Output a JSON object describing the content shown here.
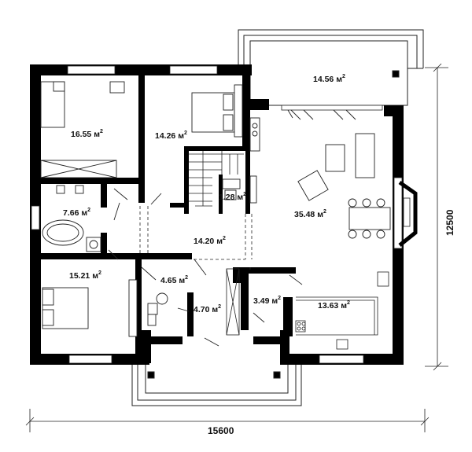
{
  "rooms": [
    {
      "id": "bedroom-nw",
      "area": "16.55",
      "unit": "м",
      "exp": "2"
    },
    {
      "id": "bedroom-n",
      "area": "14.26",
      "unit": "м",
      "exp": "2"
    },
    {
      "id": "terrace",
      "area": "14.56",
      "unit": "м",
      "exp": "2"
    },
    {
      "id": "bathroom",
      "area": "7.66",
      "unit": "м",
      "exp": "2"
    },
    {
      "id": "wc",
      "area": "1.28",
      "unit": "м",
      "exp": "2"
    },
    {
      "id": "living",
      "area": "35.48",
      "unit": "м",
      "exp": "2"
    },
    {
      "id": "hall",
      "area": "14.20",
      "unit": "м",
      "exp": "2"
    },
    {
      "id": "bedroom-sw",
      "area": "15.21",
      "unit": "м",
      "exp": "2"
    },
    {
      "id": "boiler",
      "area": "4.65",
      "unit": "м",
      "exp": "2"
    },
    {
      "id": "closet",
      "area": "4.70",
      "unit": "м",
      "exp": "2"
    },
    {
      "id": "pantry",
      "area": "3.49",
      "unit": "м",
      "exp": "2"
    },
    {
      "id": "kitchen",
      "area": "13.63",
      "unit": "м",
      "exp": "2"
    }
  ],
  "dimensions": {
    "width": "15600",
    "height": "12500"
  },
  "colors": {
    "wall": "#000000",
    "line": "#222222",
    "background": "#ffffff"
  }
}
